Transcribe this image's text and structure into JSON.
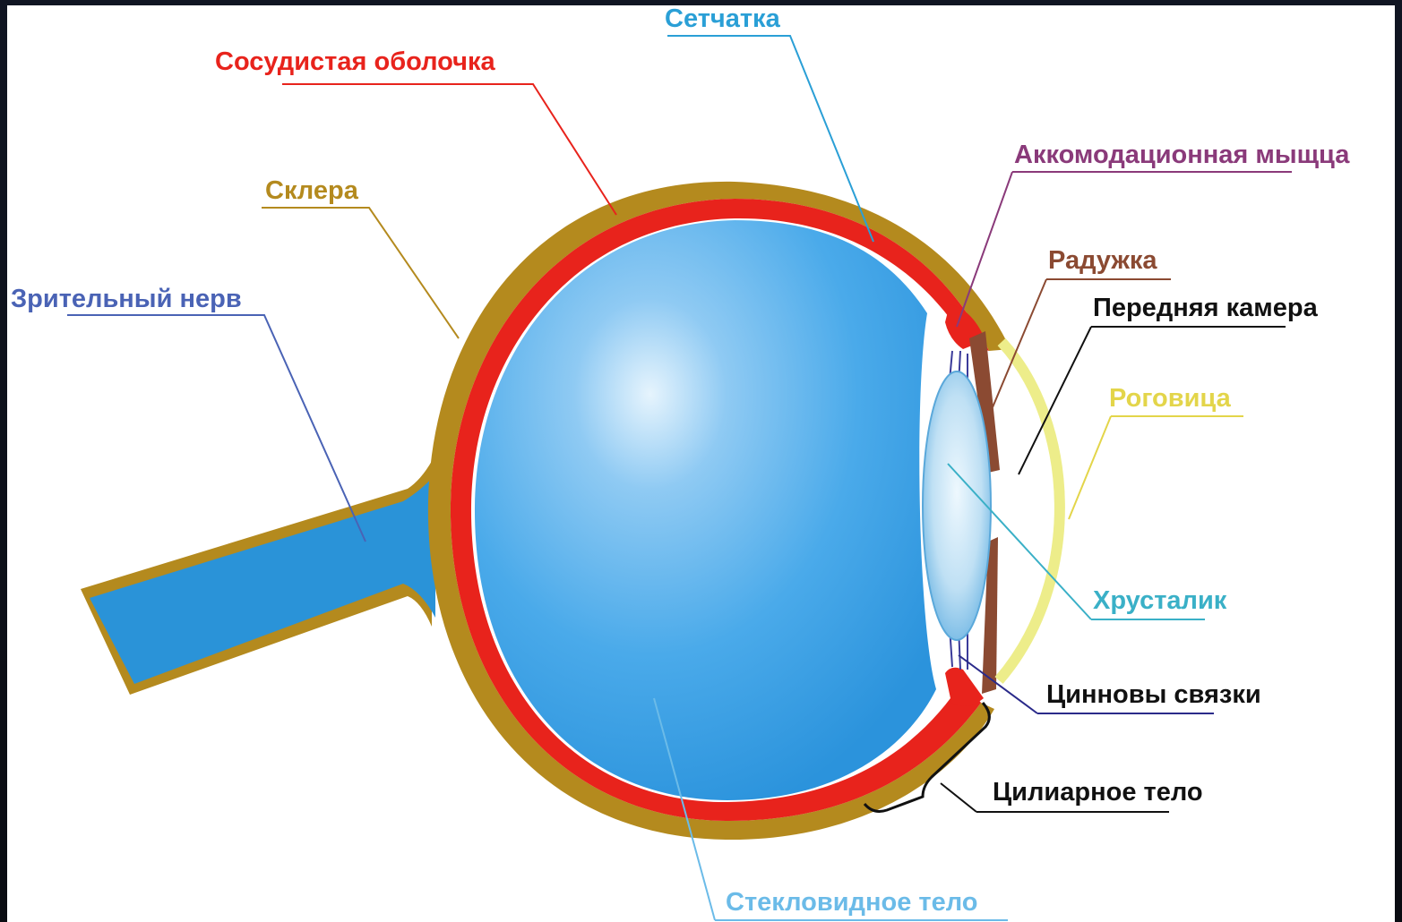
{
  "colors": {
    "sclera": "#b48a1e",
    "choroid": "#e8231c",
    "retina": "#2a9fd6",
    "vitreous": "#3ea4e8",
    "iris": "#8b4a32",
    "cornea": "#eded8a",
    "lens": "#a9d3ee"
  },
  "labels": {
    "retina": "Сетчатка",
    "choroid": "Сосудистая оболочка",
    "sclera": "Склера",
    "optic_nerve": "Зрительный нерв",
    "ciliary_muscle": "Аккомодационная мыщца",
    "iris": "Радужка",
    "anterior_chamber": "Передняя камера",
    "cornea": "Роговица",
    "lens": "Хрусталик",
    "zonules": "Цинновы связки",
    "ciliary_body": "Цилиарное тело",
    "vitreous": "Стекловидное тело"
  }
}
